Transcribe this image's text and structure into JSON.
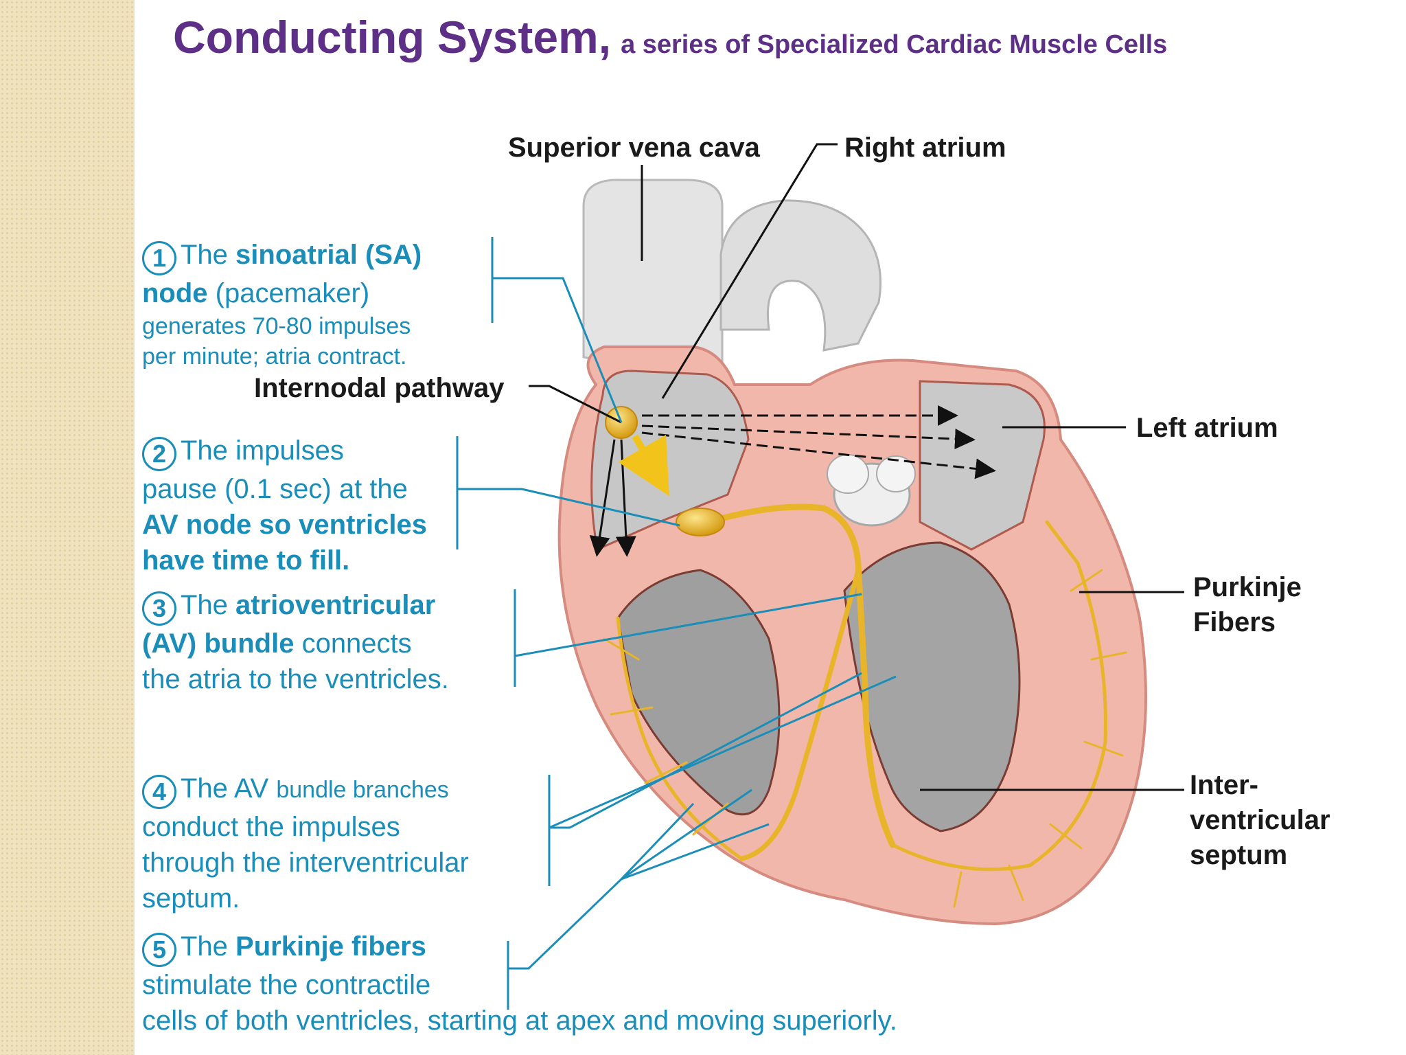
{
  "title": {
    "main": "Conducting System,",
    "sub": "a series of Specialized Cardiac Muscle Cells"
  },
  "labels": {
    "superior_vena_cava": "Superior vena cava",
    "right_atrium": "Right atrium",
    "internodal_pathway": "Internodal pathway",
    "left_atrium": "Left atrium",
    "purkinje_fibers_l1": "Purkinje",
    "purkinje_fibers_l2": "Fibers",
    "septum_l1": "Inter-",
    "septum_l2": "ventricular",
    "septum_l3": "septum"
  },
  "steps": [
    {
      "number": "1",
      "text_a": "The ",
      "bold_a": "sinoatrial (SA)",
      "bold_b": "node",
      "text_b": " (pacemaker)",
      "line3": "generates 70-80 impulses",
      "line4": "per minute; atria contract."
    },
    {
      "number": "2",
      "line1": "The impulses",
      "line2": "pause (0.1 sec) at the",
      "line3": "AV node so ventricles",
      "line4": "have time to fill."
    },
    {
      "number": "3",
      "text_a": "The ",
      "bold_a": "atrioventricular",
      "bold_b": "(AV) bundle",
      "text_b": " connects",
      "line3": "the atria to the ventricles."
    },
    {
      "number": "4",
      "text_a": "The AV ",
      "small_a": "bundle branches",
      "line2": "conduct the impulses",
      "line3": "through the interventricular",
      "line4": "septum."
    },
    {
      "number": "5",
      "text_a": "The ",
      "bold_a": "Purkinje fibers",
      "line2": "stimulate the contractile",
      "line3": "cells of both ventricles, starting at apex and moving superiorly."
    }
  ],
  "colors": {
    "title": "#5e2f86",
    "step_text": "#1a8db8",
    "conduction": "#e8b52a",
    "myocardium": "#f1b7aa",
    "chamber": "#c9c9c9"
  }
}
